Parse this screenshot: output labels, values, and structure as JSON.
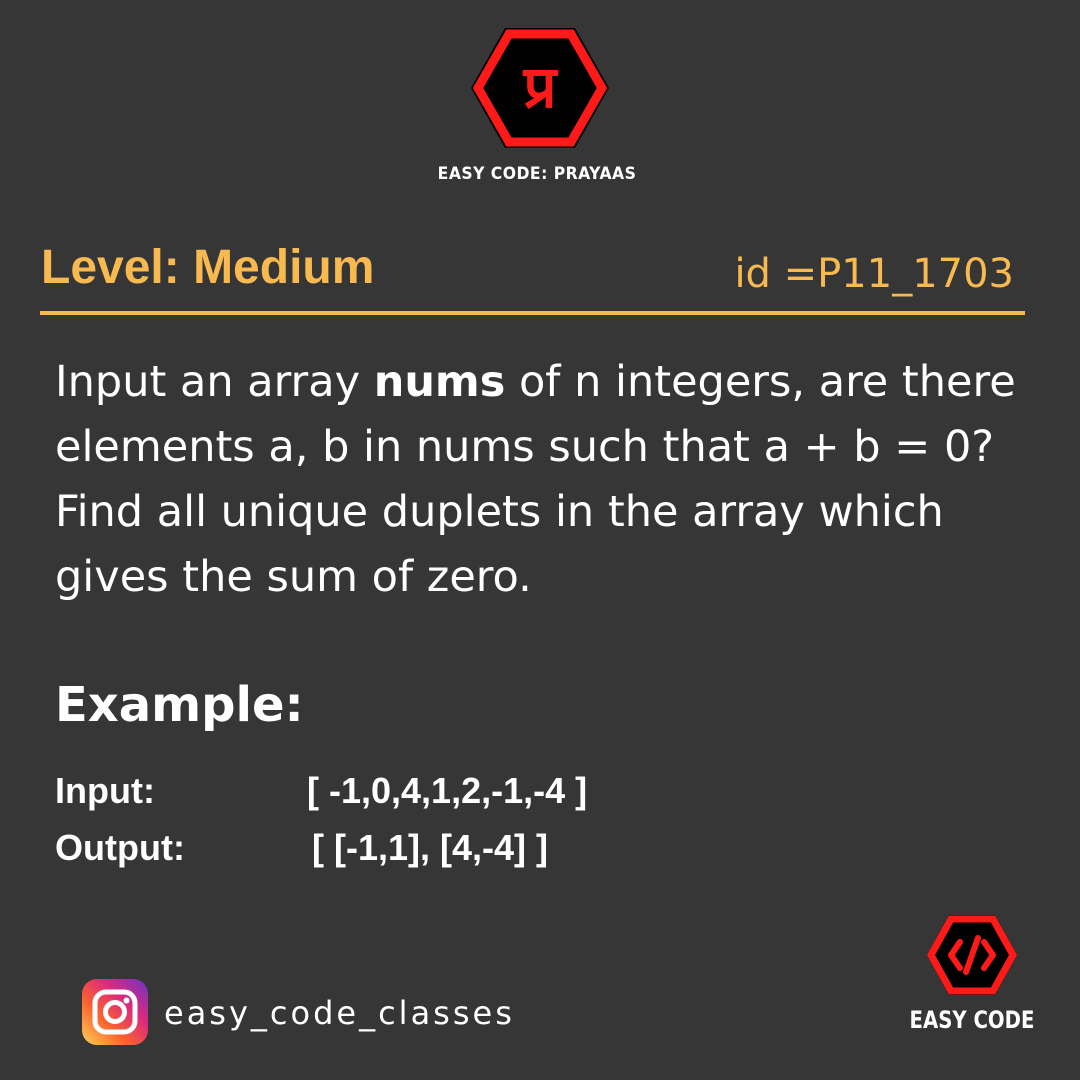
{
  "brand": {
    "top_logo_glyph": "प्र",
    "top_logo_text": "EASY CODE: PRAYAAS",
    "corner_logo_text": "EASY CODE",
    "accent_color": "#f7b950",
    "logo_red": "#ff1a1a",
    "background": "#363636"
  },
  "header": {
    "level": "Level: Medium",
    "problem_id": "id =P11_1703"
  },
  "description": {
    "line1_before": "Input an array ",
    "line1_bold": "nums",
    "line1_after": " of n integers, are there",
    "line2": "elements a, b in nums such that a + b  = 0?",
    "line3": "Find all unique duplets in the array which",
    "line4": "gives the sum of zero."
  },
  "example": {
    "title": "Example:",
    "input_label": "Input:",
    "input_value": "[ -1,0,4,1,2,-1,-4 ]",
    "output_label": "Output:",
    "output_value": "[ [-1,1], [4,-4] ]"
  },
  "footer": {
    "instagram_icon": "instagram-icon",
    "instagram_handle": "easy_code_classes"
  }
}
